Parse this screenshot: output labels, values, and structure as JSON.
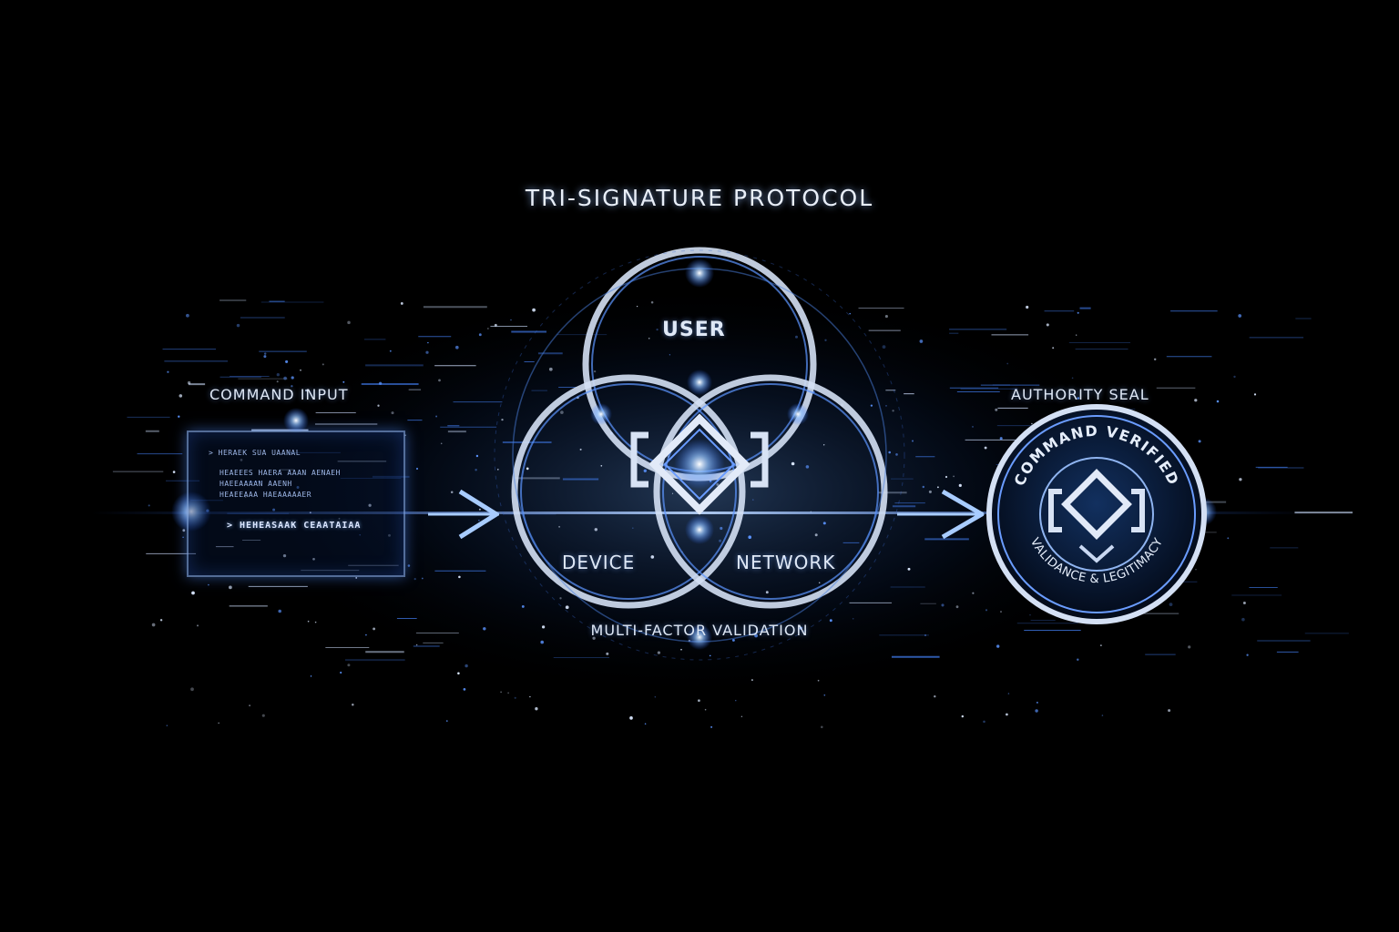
{
  "title": "TRI-SIGNATURE PROTOCOL",
  "command_input": {
    "label": "COMMAND INPUT",
    "terminal_lines": [
      "> HERAEK SUA UAANAL",
      "HEAEEES HAERA AAAN AENAEH",
      "HAEEAAAAN AAENH",
      "HEAEEAAA HAEAAAAAER"
    ],
    "terminal_main": "> HEHEASAAK CEAATAIAA"
  },
  "signatures": {
    "user_label": "USER",
    "device_label": "DEVICE",
    "network_label": "NETWORK",
    "caption": "MULTI-FACTOR VALIDATION"
  },
  "authority_seal": {
    "label": "AUTHORITY SEAL",
    "ring_top": "COMMAND VERIFIED",
    "ring_bottom": "VALIDANCE & LEGITIMACY"
  },
  "colors": {
    "background": "#000000",
    "glow": "#4a90ff",
    "ring": "#cfd9ea",
    "text": "#dfe8f6"
  },
  "icons": [
    "diamond-bracket-icon",
    "arrow-right-icon"
  ]
}
